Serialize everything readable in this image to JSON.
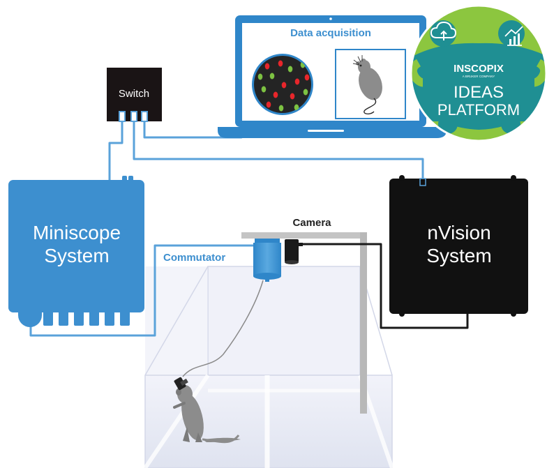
{
  "laptop": {
    "title": "Data acquisition"
  },
  "switch": {
    "label": "Switch"
  },
  "miniscope": {
    "line1": "Miniscope",
    "line2": "System"
  },
  "nvision": {
    "line1": "nVision",
    "line2": "System"
  },
  "camera": {
    "label": "Camera"
  },
  "commutator": {
    "label": "Commutator"
  },
  "ideas_badge": {
    "brand": "INSCOPIX",
    "sub": "A BRUKER COMPANY",
    "line1": "IDEAS",
    "line2": "PLATFORM"
  },
  "colors": {
    "miniscope_blue": "#3d8fcf",
    "cable_blue": "#5aa2da",
    "laptop_blue": "#2f86c9",
    "nvision_black": "#111111",
    "neuron_red": "#e8262b",
    "neuron_green": "#7dc242",
    "badge_teal": "#1f8f93",
    "badge_green": "#8cc63f"
  }
}
